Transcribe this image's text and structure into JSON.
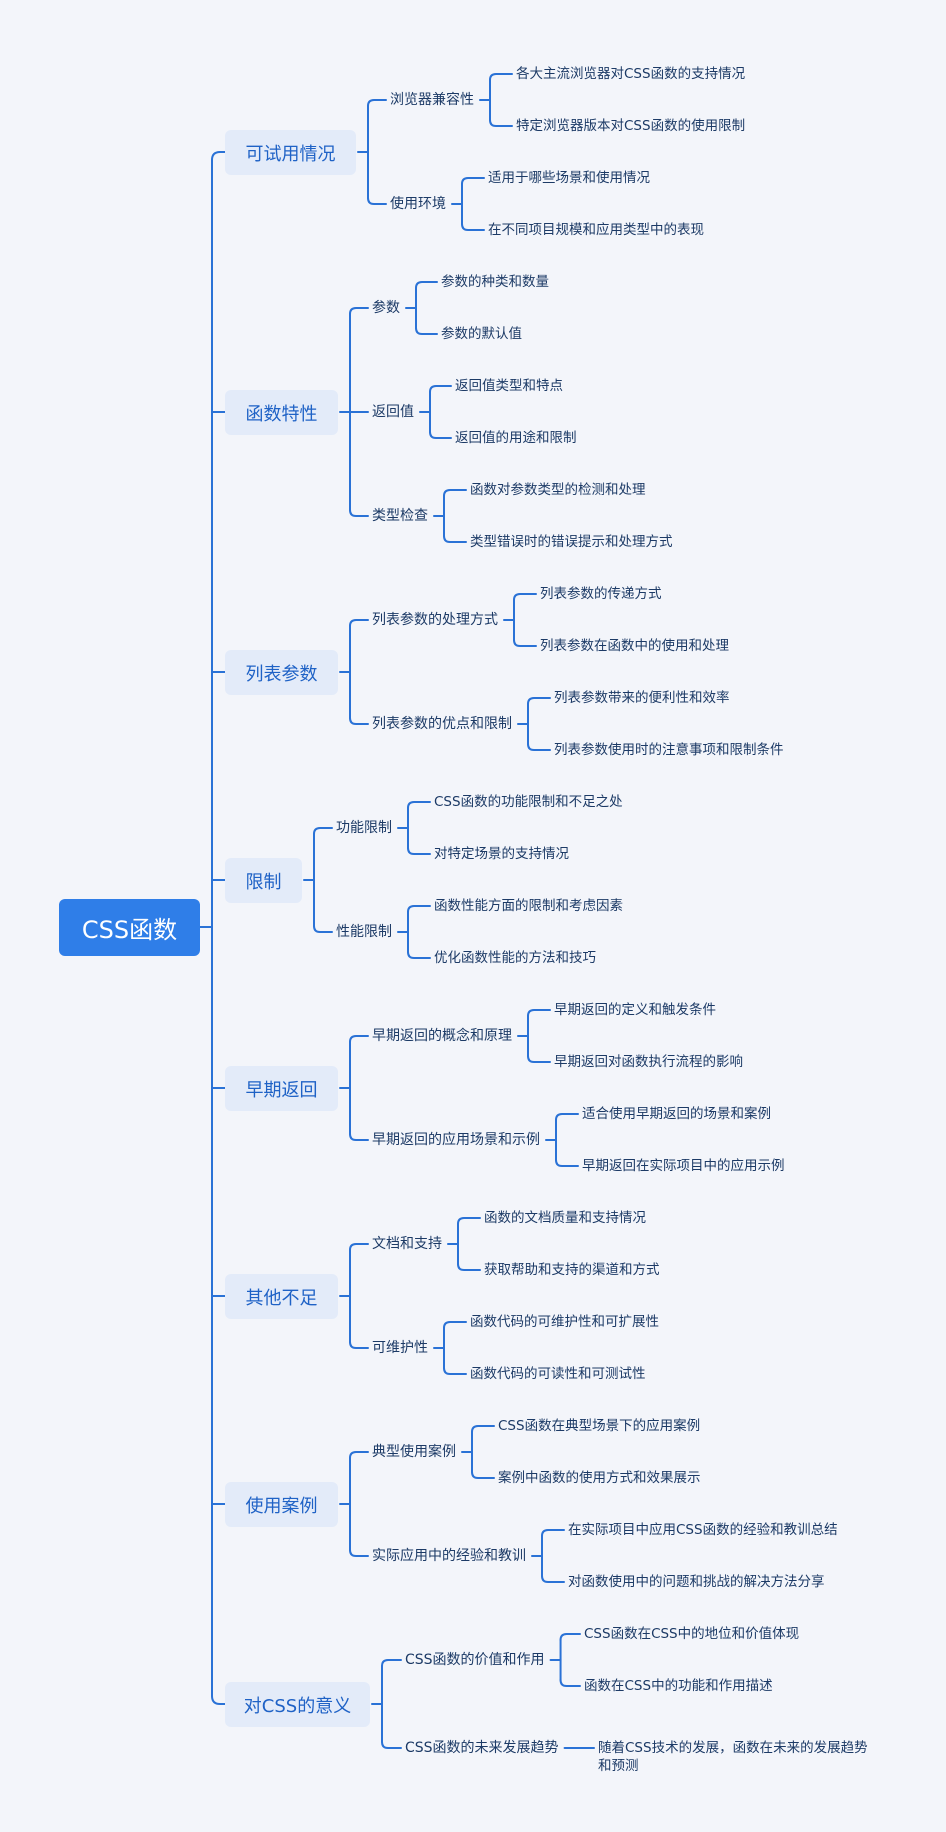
{
  "root": {
    "label": "CSS函数"
  },
  "branches": [
    {
      "label": "可试用情况",
      "children": [
        {
          "label": "浏览器兼容性",
          "items": [
            "各大主流浏览器对CSS函数的支持情况",
            "特定浏览器版本对CSS函数的使用限制"
          ]
        },
        {
          "label": "使用环境",
          "items": [
            "适用于哪些场景和使用情况",
            "在不同项目规模和应用类型中的表现"
          ]
        }
      ]
    },
    {
      "label": "函数特性",
      "children": [
        {
          "label": "参数",
          "items": [
            "参数的种类和数量",
            "参数的默认值"
          ]
        },
        {
          "label": "返回值",
          "items": [
            "返回值类型和特点",
            "返回值的用途和限制"
          ]
        },
        {
          "label": "类型检查",
          "items": [
            "函数对参数类型的检测和处理",
            "类型错误时的错误提示和处理方式"
          ]
        }
      ]
    },
    {
      "label": "列表参数",
      "children": [
        {
          "label": "列表参数的处理方式",
          "items": [
            "列表参数的传递方式",
            "列表参数在函数中的使用和处理"
          ]
        },
        {
          "label": "列表参数的优点和限制",
          "items": [
            "列表参数带来的便利性和效率",
            "列表参数使用时的注意事项和限制条件"
          ]
        }
      ]
    },
    {
      "label": "限制",
      "children": [
        {
          "label": "功能限制",
          "items": [
            "CSS函数的功能限制和不足之处",
            "对特定场景的支持情况"
          ]
        },
        {
          "label": "性能限制",
          "items": [
            "函数性能方面的限制和考虑因素",
            "优化函数性能的方法和技巧"
          ]
        }
      ]
    },
    {
      "label": "早期返回",
      "children": [
        {
          "label": "早期返回的概念和原理",
          "items": [
            "早期返回的定义和触发条件",
            "早期返回对函数执行流程的影响"
          ]
        },
        {
          "label": "早期返回的应用场景和示例",
          "items": [
            "适合使用早期返回的场景和案例",
            "早期返回在实际项目中的应用示例"
          ]
        }
      ]
    },
    {
      "label": "其他不足",
      "children": [
        {
          "label": "文档和支持",
          "items": [
            "函数的文档质量和支持情况",
            "获取帮助和支持的渠道和方式"
          ]
        },
        {
          "label": "可维护性",
          "items": [
            "函数代码的可维护性和可扩展性",
            "函数代码的可读性和可测试性"
          ]
        }
      ]
    },
    {
      "label": "使用案例",
      "children": [
        {
          "label": "典型使用案例",
          "items": [
            "CSS函数在典型场景下的应用案例",
            "案例中函数的使用方式和效果展示"
          ]
        },
        {
          "label": "实际应用中的经验和教训",
          "items": [
            "在实际项目中应用CSS函数的经验和教训总结",
            "对函数使用中的问题和挑战的解决方法分享"
          ]
        }
      ]
    },
    {
      "label": "对CSS的意义",
      "children": [
        {
          "label": "CSS函数的价值和作用",
          "items": [
            "CSS函数在CSS中的地位和价值体现",
            "函数在CSS中的功能和作用描述"
          ]
        },
        {
          "label": "CSS函数的未来发展趋势",
          "items": [
            "随着CSS技术的发展，函数在未来的发展趋势和预测"
          ]
        }
      ]
    }
  ],
  "colors": {
    "line": "#2a72d6",
    "root_bg": "#2f7ee8",
    "branch_bg": "#e3ebf9",
    "branch_text": "#1f62c6",
    "leaf_text": "#1c3a66",
    "background": "#f3f5fa"
  }
}
